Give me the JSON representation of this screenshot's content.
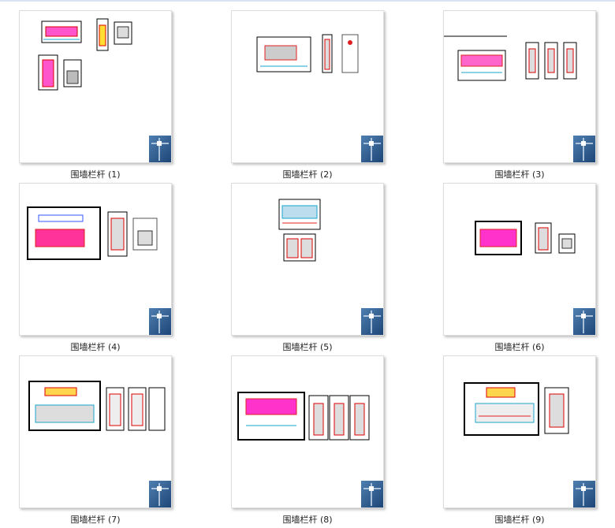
{
  "files": [
    {
      "label": "围墙栏杆 (1)"
    },
    {
      "label": "围墙栏杆 (2)"
    },
    {
      "label": "围墙栏杆 (3)"
    },
    {
      "label": "围墙栏杆 (4)"
    },
    {
      "label": "围墙栏杆 (5)"
    },
    {
      "label": "围墙栏杆 (6)"
    },
    {
      "label": "围墙栏杆 (7)"
    },
    {
      "label": "围墙栏杆 (8)"
    },
    {
      "label": "围墙栏杆 (9)"
    }
  ],
  "icons": {
    "file_type": "cad-drawing-icon"
  },
  "colors": {
    "accent_magenta": "#ff33cc",
    "accent_red": "#e02020",
    "accent_cyan": "#19a5c9",
    "badge_blue": "#2f5f94"
  }
}
